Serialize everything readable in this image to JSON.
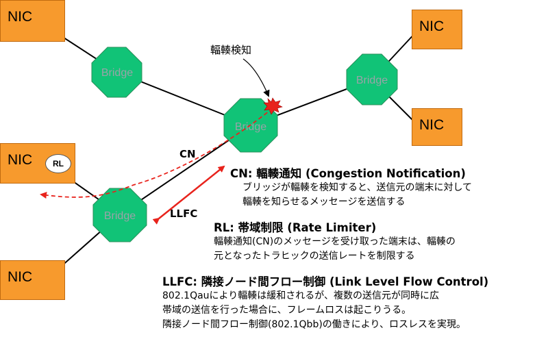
{
  "nics": [
    "NIC",
    "NIC",
    "NIC",
    "NIC",
    "NIC"
  ],
  "bridges": [
    "Bridge",
    "Bridge",
    "Bridge",
    "Bridge"
  ],
  "rl_badge": "RL",
  "congestion_detect_label": "輻輳検知",
  "cn_label": "CN",
  "llfc_label": "LLFC",
  "cn": {
    "title": "CN: 輻輳通知 (Congestion Notification)",
    "lines": [
      "ブリッジが輻輳を検知すると、送信元の端末に対して",
      "輻輳を知らせるメッセージを送信する"
    ]
  },
  "rl": {
    "title": "RL: 帯域制限 (Rate Limiter)",
    "lines": [
      "輻輳通知(CN)のメッセージを受け取った端末は、輻輳の",
      "元となったトラヒックの送信レートを制限する"
    ]
  },
  "llfc": {
    "title": "LLFC: 隣接ノード間フロー制御 (Link Level Flow Control)",
    "lines": [
      "802.1Qauにより輻輳は緩和されるが、複数の送信元が同時に広",
      "帯域の送信を行った場合に、フレームロスは起こりうる。",
      "隣接ノード間フロー制御(802.1Qbb)の働きにより、ロスレスを実現。"
    ]
  },
  "colors": {
    "nic": "#f79a2d",
    "bridge": "#11c377",
    "arrow": "#e8231c",
    "burst": "#e8231c"
  }
}
